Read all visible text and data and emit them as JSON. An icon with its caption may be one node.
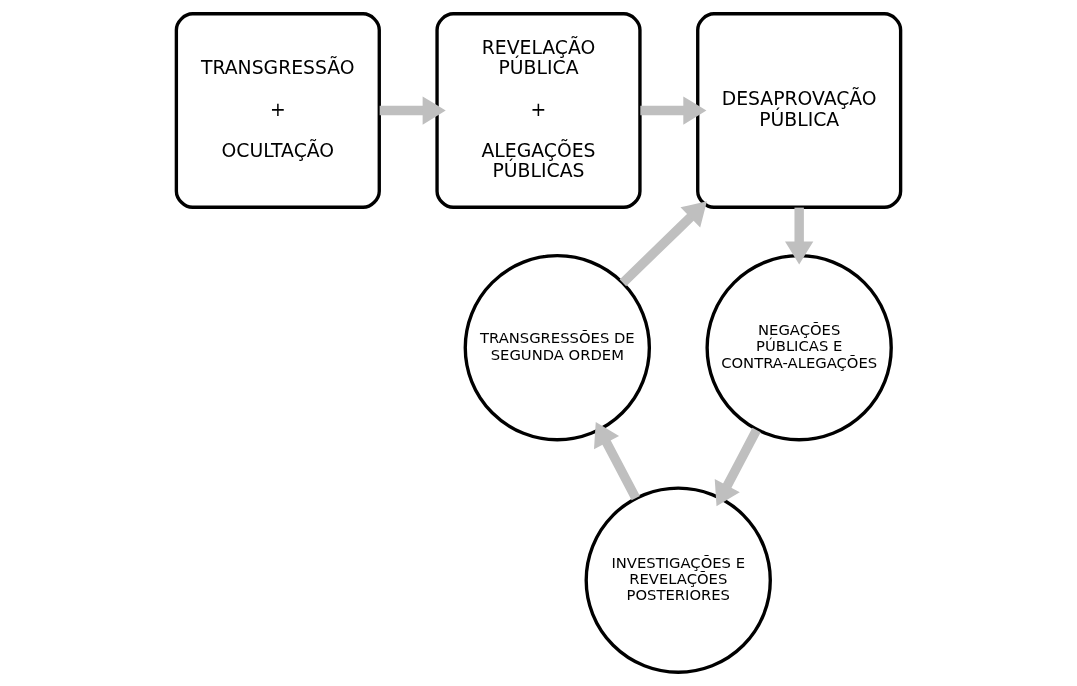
{
  "diagram": {
    "nodes": [
      {
        "text": [
          "TRANSGRESSÃO",
          "+",
          "OCULTAÇÃO"
        ]
      },
      {
        "text": [
          "REVELAÇÃO PÚBLICA",
          "+",
          "ALEGAÇÕES PÚBLICAS"
        ]
      },
      {
        "text": [
          "DESAPROVAÇÃO PÚBLICA"
        ]
      },
      {
        "text": [
          "NEGAÇÕES PÚBLICAS E CONTRA-ALEGAÇÕES"
        ]
      },
      {
        "text": [
          "INVESTIGAÇÕES E REVELAÇÕES POSTERIORES"
        ]
      },
      {
        "text": [
          "TRANSGRESSÕES DE SEGUNDA ORDEM"
        ]
      }
    ],
    "edges": [
      {
        "from": 0,
        "to": 1,
        "arrow": "to"
      },
      {
        "from": 1,
        "to": 2,
        "arrow": "to"
      },
      {
        "from": 2,
        "to": 3,
        "arrow": "to"
      },
      {
        "from": 3,
        "to": 4,
        "arrow": "to"
      },
      {
        "from": 4,
        "to": 5,
        "arrow": "to"
      },
      {
        "from": 5,
        "to": 2,
        "arrow": "to"
      }
    ]
  }
}
